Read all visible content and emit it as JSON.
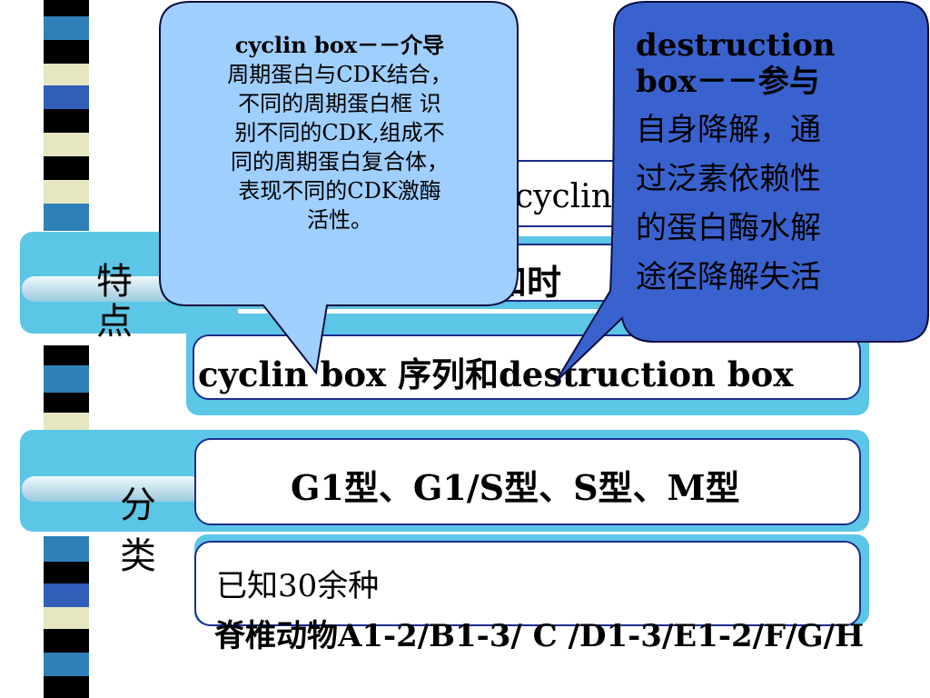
{
  "features": {
    "label": "特点",
    "partial_top": "cyclin",
    "partial_mid": "和时",
    "sequence_text": "cyclin box 序列和destruction box"
  },
  "classification": {
    "label": "分类",
    "types_text": "G1型、G1/S型、S型、M型",
    "known_line1": "已知30余种",
    "known_line2": "脊椎动物A1-2/B1-3/ C /D1-3/E1-2/F/G/H"
  },
  "callout_cyclin_box": {
    "lines": [
      "cyclin box－－介导",
      "周期蛋白与CDK结合，",
      "不同的周期蛋白框 识",
      "别不同的CDK,组成不",
      "同的周期蛋白复合体，",
      "表现不同的CDK激酶",
      "活性。"
    ]
  },
  "callout_destruction_box": {
    "lines": [
      "destruction",
      "box－－参与",
      "自身降解，通",
      "过泛素依赖性",
      "的蛋白酶水解",
      "途径降解失活"
    ]
  },
  "colors": {
    "band": "#5cc6e6",
    "box_border": "#1c2d8f",
    "bubble_light": "#9fcfff",
    "bubble_dark": "#3a62cf"
  }
}
